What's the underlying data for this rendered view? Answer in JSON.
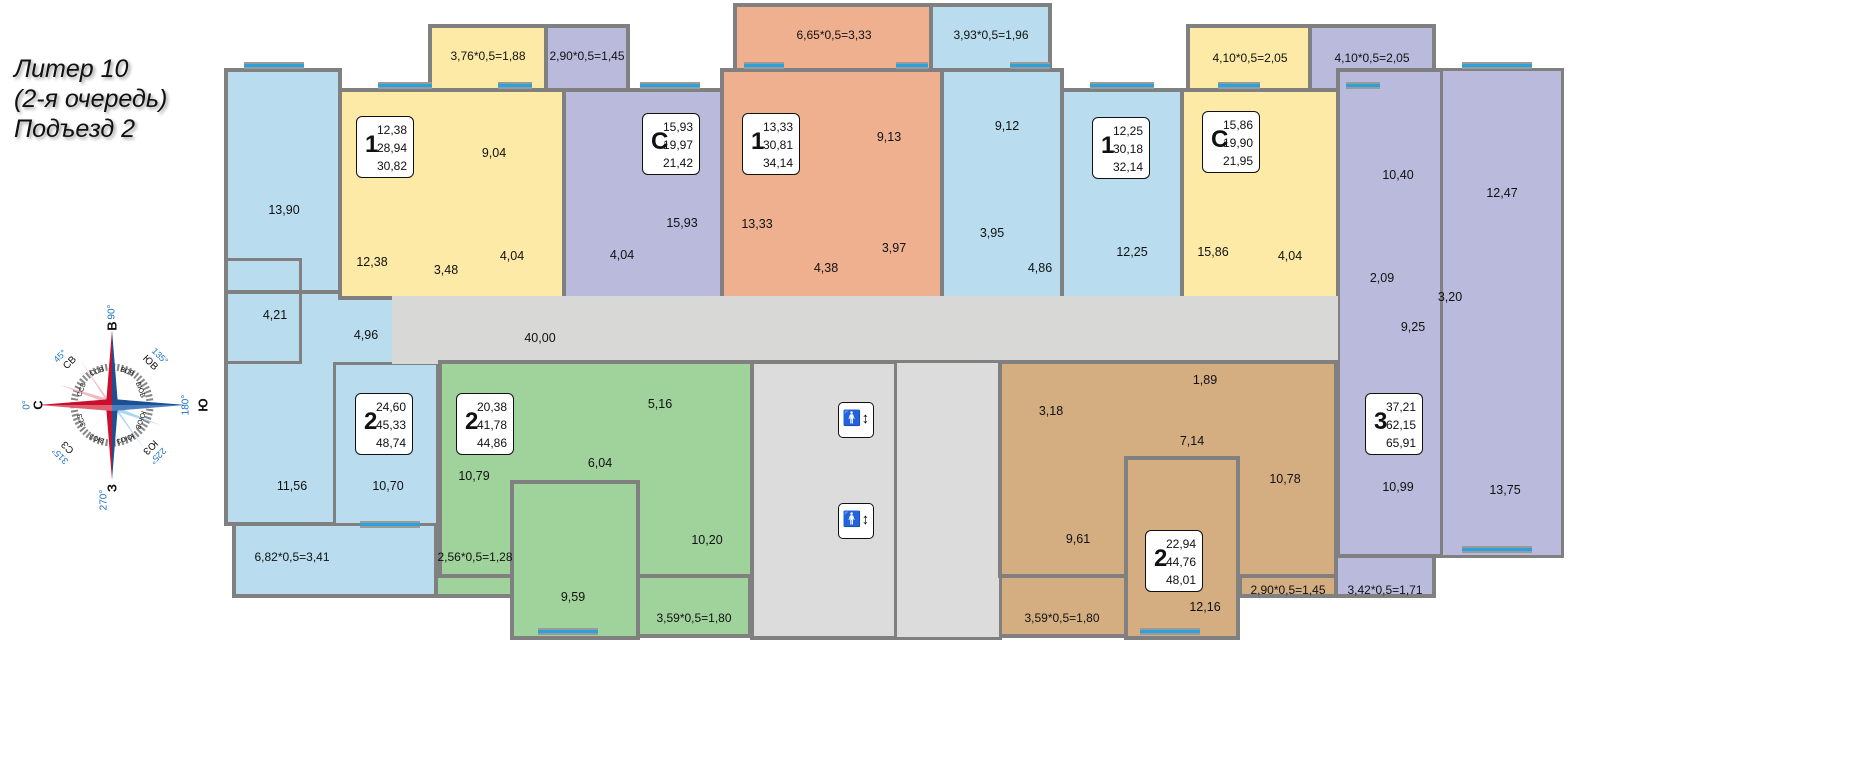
{
  "title": {
    "line1": "Литер 10",
    "line2": "(2-я очередь)",
    "line3": "Подъезд 2"
  },
  "compass": {
    "n": "С",
    "e": "В",
    "s": "Ю",
    "w": "З",
    "ne": "СВ",
    "se": "ЮВ",
    "sw": "ЮЗ",
    "nw": "СЗ",
    "deg_n": "0°",
    "deg_e": "90°",
    "deg_s": "180°",
    "deg_w": "270°",
    "deg_ne": "45°",
    "deg_se": "135°",
    "deg_sw": "225°",
    "deg_nw": "315°",
    "minor": [
      "ВСВ",
      "ВЮВ",
      "ЮЮВ",
      "ЮЮЗ",
      "ЗЮЗ",
      "ЗСЗ",
      "ССЗ",
      "ССВ"
    ]
  },
  "apartments": [
    {
      "type": "1",
      "values": [
        "12,38",
        "28,94",
        "30,82"
      ]
    },
    {
      "type": "С",
      "values": [
        "15,93",
        "19,97",
        "21,42"
      ]
    },
    {
      "type": "1",
      "values": [
        "13,33",
        "30,81",
        "34,14"
      ]
    },
    {
      "type": "1",
      "values": [
        "12,25",
        "30,18",
        "32,14"
      ]
    },
    {
      "type": "С",
      "values": [
        "15,86",
        "19,90",
        "21,95"
      ]
    },
    {
      "type": "2",
      "values": [
        "24,60",
        "45,33",
        "48,74"
      ]
    },
    {
      "type": "2",
      "values": [
        "20,38",
        "41,78",
        "44,86"
      ]
    },
    {
      "type": "2",
      "values": [
        "22,94",
        "44,76",
        "48,01"
      ]
    },
    {
      "type": "3",
      "values": [
        "37,21",
        "62,15",
        "65,91"
      ]
    }
  ],
  "rooms": {
    "a": "13,90",
    "b": "4,21",
    "c": "4,96",
    "d": "11,56",
    "e": "10,70",
    "f": "12,38",
    "g": "9,04",
    "h": "3,48",
    "i": "4,04",
    "j": "15,93",
    "k": "4,04",
    "l": "13,33",
    "m": "9,13",
    "n": "4,38",
    "o": "3,97",
    "p": "9,12",
    "q": "3,95",
    "r": "4,86",
    "s": "12,25",
    "t": "15,86",
    "u": "4,04",
    "v": "10,40",
    "w": "12,47",
    "x": "2,09",
    "y": "3,20",
    "z": "9,25",
    "aa": "10,99",
    "ab": "13,75",
    "corridor": "40,00",
    "ac": "10,79",
    "ad": "6,04",
    "ae": "5,16",
    "af": "10,20",
    "ag": "9,59",
    "ah": "3,18",
    "ai": "1,89",
    "aj": "7,14",
    "ak": "10,78",
    "al": "9,61",
    "am": "12,16"
  },
  "balconies": {
    "b1": "3,76*0,5=1,88",
    "b2": "2,90*0,5=1,45",
    "b3": "6,65*0,5=3,33",
    "b4": "3,93*0,5=1,96",
    "b5": "4,10*0,5=2,05",
    "b6": "4,10*0,5=2,05",
    "b7": "6,82*0,5=3,41",
    "b8": "2,56*0,5=1,28",
    "b9": "3,59*0,5=1,80",
    "b10": "3,59*0,5=1,80",
    "b11": "2,90*0,5=1,45",
    "b12": "3,42*0,5=1,71"
  },
  "colors": {
    "blue": "#b9ddee",
    "yellow": "#fdeaa6",
    "lavender": "#babadd",
    "salmon": "#eeb08f",
    "green": "#a0d29b",
    "tan": "#d4ad81",
    "wall": "#808081",
    "corridor": "#d8d9d7"
  }
}
